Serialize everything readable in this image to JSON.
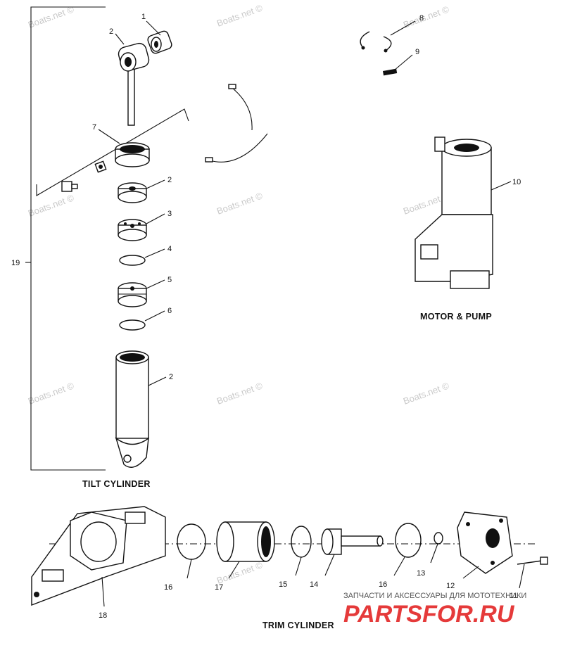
{
  "titles": {
    "motor_pump": "MOTOR & PUMP",
    "tilt_cylinder": "TILT CYLINDER",
    "trim_cylinder": "TRIM CYLINDER"
  },
  "callouts": {
    "c1": "1",
    "c2a": "2",
    "c2b": "2",
    "c2c": "2",
    "c3": "3",
    "c4": "4",
    "c5": "5",
    "c6": "6",
    "c7": "7",
    "c8": "8",
    "c9": "9",
    "c10": "10",
    "c11": "11",
    "c12": "12",
    "c13": "13",
    "c14": "14",
    "c15": "15",
    "c16a": "16",
    "c16b": "16",
    "c17": "17",
    "c18": "18",
    "c19": "19"
  },
  "watermark": "Boats.net ©",
  "brand": {
    "tagline": "ЗАПЧАСТИ И АКСЕССУАРЫ ДЛЯ МОТОТЕХНИКИ",
    "logo": "PARTSFOR.RU",
    "color": "#e53a3a"
  }
}
